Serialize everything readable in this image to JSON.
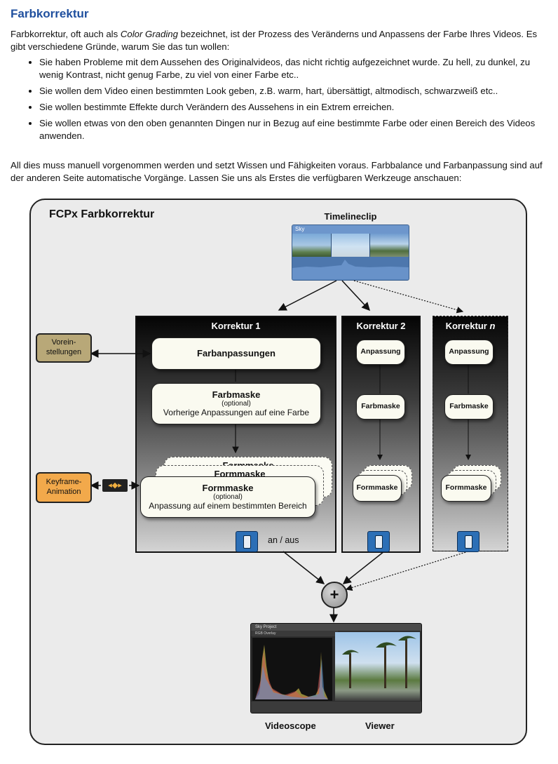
{
  "heading": "Farbkorrektur",
  "intro": {
    "text_a": "Farbkorrektur, oft auch als ",
    "text_em": "Color Grading",
    "text_b": " bezeichnet, ist der Prozess des Veränderns und Anpassens der Farbe Ihres Videos. Es gibt verschiedene Gründe, warum Sie das tun wollen:",
    "bullets": [
      "Sie haben Probleme mit dem Aussehen des Originalvideos, das nicht richtig aufgezeichnet wurde. Zu hell, zu dunkel, zu wenig Kontrast, nicht genug Farbe, zu viel von einer Farbe etc..",
      "Sie wollen dem Video einen bestimmten Look geben, z.B. warm, hart, übersättigt, altmodisch, schwarzweiß etc..",
      "Sie wollen bestimmte Effekte durch Verändern des Aussehens in ein Extrem erreichen.",
      "Sie wollen etwas von den oben genannten Dingen nur in Bezug auf eine bestimmte Farbe oder einen Bereich des Videos anwenden."
    ]
  },
  "paragraph2": "All dies muss manuell vorgenommen werden und setzt Wissen und Fähigkeiten voraus. Farbbalance und Farbanpassung sind auf der anderen Seite automatische Vorgänge. Lassen Sie uns als Erstes die verfügbaren Werkzeuge anschauen:",
  "diagram": {
    "title": "FCPx Farbkorrektur",
    "timeline_label": "Timelineclip",
    "clip_name": "Sky",
    "col1": {
      "label": "Korrektur 1",
      "farbanpassungen": "Farbanpassungen",
      "farbmaske": "Farbmaske",
      "farbmaske_opt": "(optional)",
      "farbmaske_desc": "Vorherige Anpassungen auf eine Farbe",
      "ghost_label": "Formmaske",
      "formmaske": "Formmaske",
      "formmaske_opt": "(optional)",
      "formmaske_desc": "Anpassung auf einem bestimmten Bereich"
    },
    "col2": {
      "label": "Korrektur 2",
      "anpassung": "Anpassung",
      "farbmaske": "Farbmaske",
      "formmaske": "Formmaske"
    },
    "coln": {
      "label_main": "Korrektur ",
      "label_n": "n",
      "anpassung": "Anpassung",
      "farbmaske": "Farbmaske",
      "formmaske": "Formmaske"
    },
    "voreinstellungen": "Vorein-\nstellungen",
    "voreins_l1": "Vorein-",
    "voreins_l2": "stellungen",
    "keyframe_l1": "Keyframe-",
    "keyframe_l2": "Animation",
    "toggle_label": "an / aus",
    "plus": "+",
    "viewer_project": "Sky Project",
    "viewer_overlay": "RGB Overlay",
    "videoscope_label": "Videoscope",
    "viewer_label": "Viewer"
  },
  "icons": [
    "switch-toggle-icon",
    "keyframe-icon",
    "plus-icon"
  ],
  "colors": {
    "heading": "#1f4f9e",
    "voreinstellungen": "#b8a878",
    "keyframe": "#f2a94b",
    "toggle": "#2c6fb6"
  }
}
